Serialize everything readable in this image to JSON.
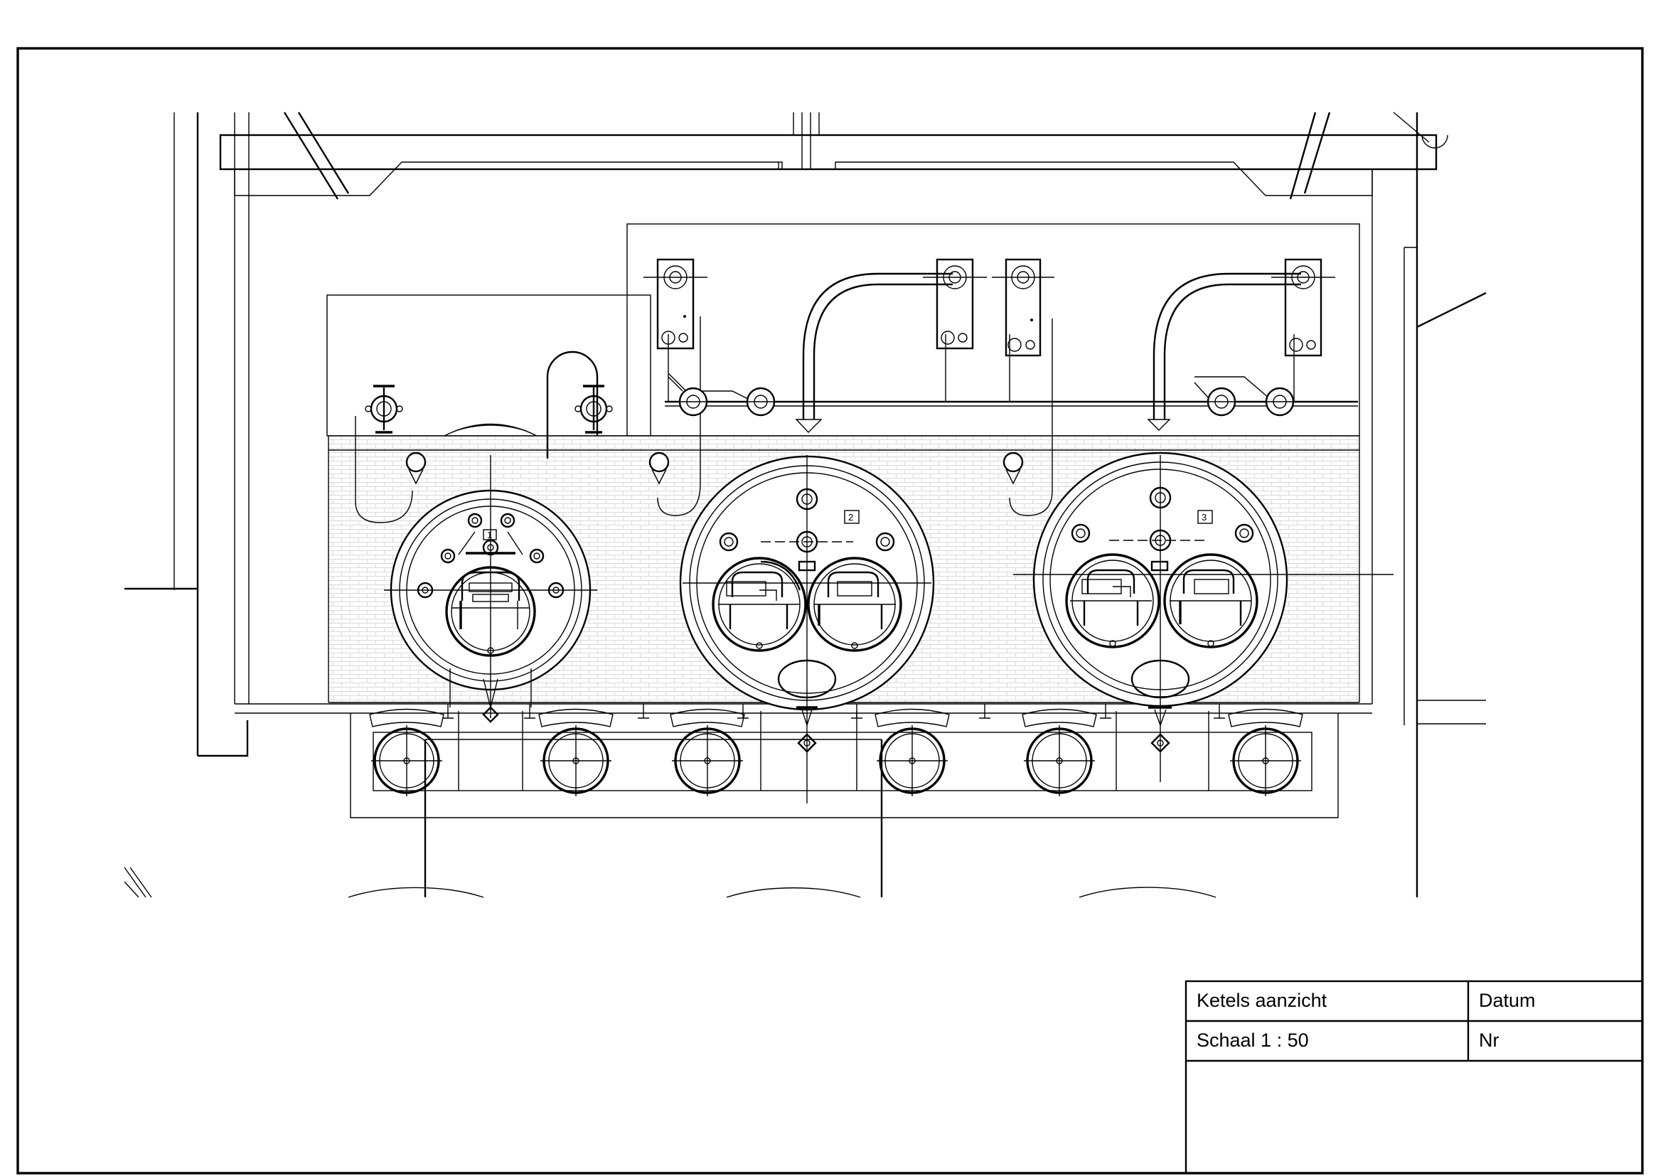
{
  "title_block": {
    "title": "Ketels aanzicht",
    "scale": "Schaal 1 : 50",
    "date_label": "Datum",
    "number_label": "Nr"
  },
  "boilers": [
    {
      "number_label": "1",
      "doors": 1
    },
    {
      "number_label": "2",
      "doors": 2
    },
    {
      "number_label": "3",
      "doors": 2
    }
  ],
  "colors": {
    "line": "#000000",
    "background": "#ffffff",
    "brick": "#d9d9d9"
  }
}
